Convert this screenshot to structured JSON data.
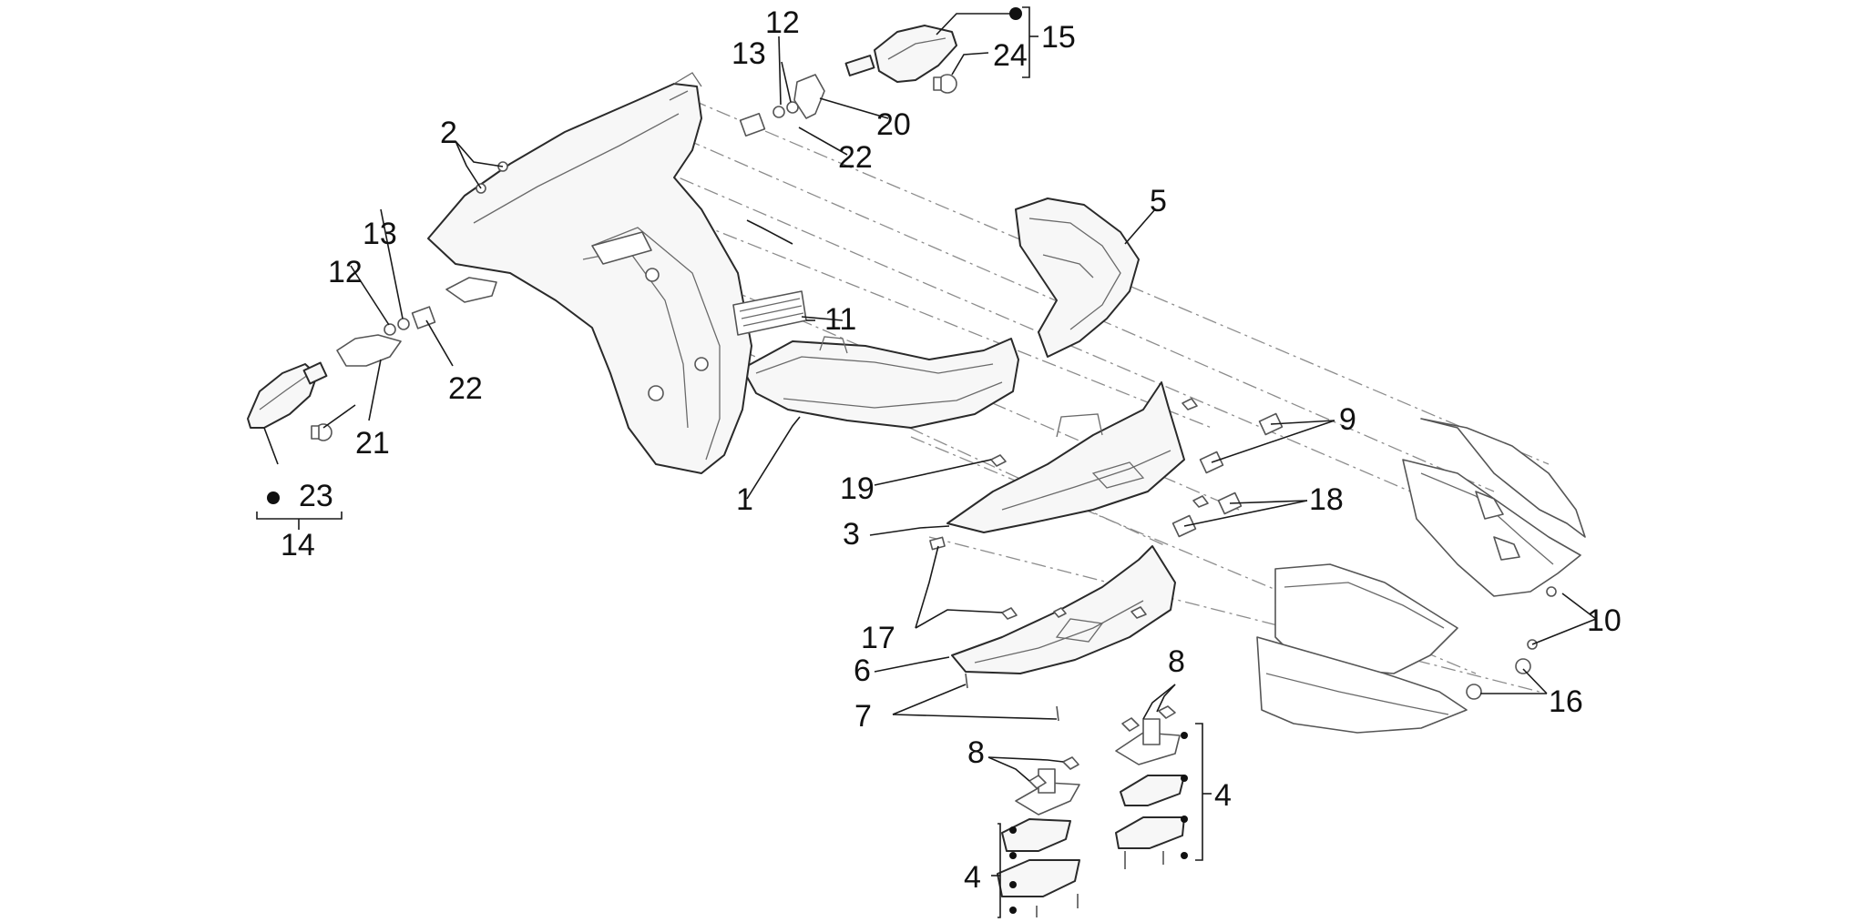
{
  "diagram": {
    "labels": {
      "l1": "1",
      "l2": "2",
      "l3": "3",
      "l4a": "4",
      "l4b": "4",
      "l5": "5",
      "l6": "6",
      "l7": "7",
      "l8a": "8",
      "l8b": "8",
      "l9": "9",
      "l10": "10",
      "l11": "11",
      "l12a": "12",
      "l12b": "12",
      "l13a": "13",
      "l13b": "13",
      "l14": "14",
      "l15": "15",
      "l16": "16",
      "l17": "17",
      "l18": "18",
      "l19": "19",
      "l20": "20",
      "l21": "21",
      "l22a": "22",
      "l22b": "22",
      "l23": "23",
      "l24": "24"
    }
  }
}
